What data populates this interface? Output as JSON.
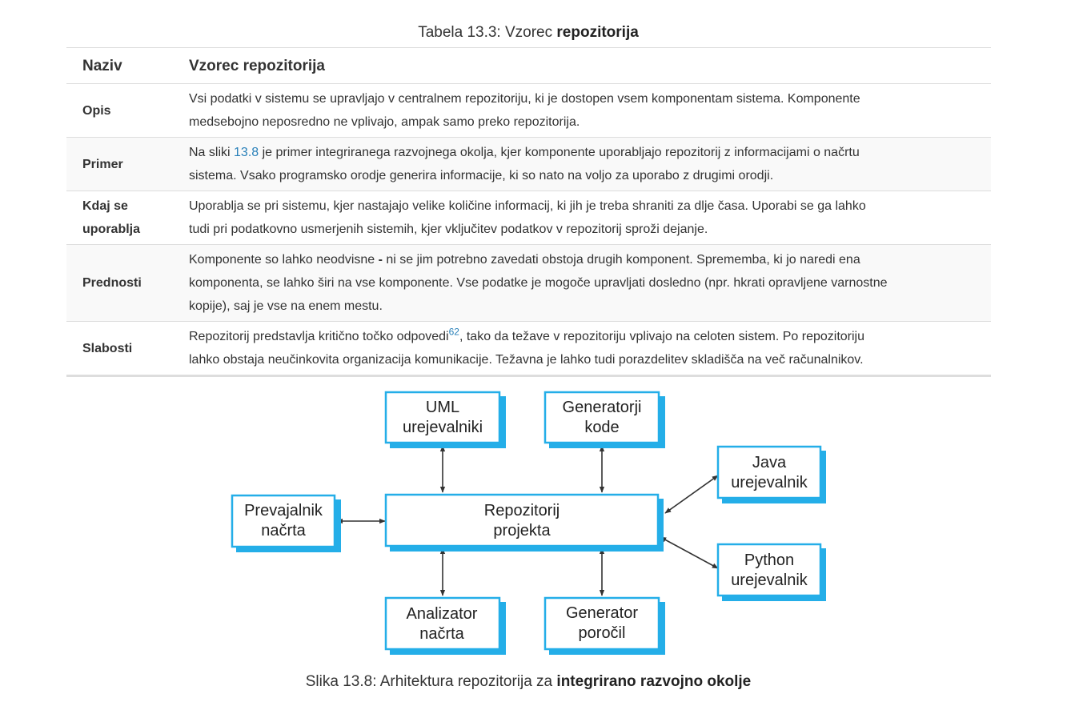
{
  "table": {
    "caption_prefix": "Tabela 13.3: Vzorec ",
    "caption_bold": "repozitorija",
    "header": {
      "name_col": "Naziv",
      "value_col": "Vzorec repozitorija"
    },
    "rows": [
      {
        "name_lines": [
          "Opis"
        ],
        "lines": [
          "Vsi podatki v sistemu se upravljajo v centralnem repozitoriju, ki je dostopen vsem komponentam sistema. Komponente",
          "medsebojno neposredno ne vplivajo, ampak samo preko repozitorija."
        ]
      },
      {
        "name_lines": [
          "Primer"
        ],
        "line1_before": "Na sliki ",
        "line1_link": "13.8",
        "line1_after": " je primer integriranega razvojnega okolja, kjer komponente uporabljajo repozitorij z informacijami o načrtu",
        "line2": "sistema. Vsako programsko orodje generira informacije, ki so nato na voljo za uporabo z drugimi orodji."
      },
      {
        "name_lines": [
          "Kdaj se",
          "uporablja"
        ],
        "lines": [
          "Uporablja se pri sistemu, kjer nastajajo velike količine informacij, ki jih je treba shraniti za dlje časa. Uporabi se ga lahko",
          "tudi pri podatkovno usmerjenih sistemih, kjer vključitev podatkov v repozitorij sproži dejanje."
        ]
      },
      {
        "name_lines": [
          "Prednosti"
        ],
        "line1_before": "Komponente so lahko neodvisne ",
        "line1_dash": "-",
        "line1_after": " ni se jim potrebno zavedati obstoja drugih komponent. Sprememba, ki jo naredi ena",
        "line2": "komponenta, se lahko širi na vse komponente. Vse podatke je mogoče upravljati dosledno (npr. hkrati opravljene varnostne",
        "line3": "kopije), saj je vse na enem mestu."
      },
      {
        "name_lines": [
          "Slabosti"
        ],
        "line1_before": "Repozitorij predstavlja kritično točko odpovedi",
        "footnote": "62",
        "line1_after": ", tako da težave v repozitoriju vplivajo na celoten sistem. Po repozitoriju",
        "line2": "lahko obstaja neučinkovita organizacija komunikacije. Težavna je lahko tudi porazdelitev skladišča na več računalnikov."
      }
    ]
  },
  "diagram": {
    "colors": {
      "box": "#24aee8",
      "arrow": "#333333"
    },
    "boxes": {
      "uml": [
        "UML",
        "urejevalniki"
      ],
      "codegen": [
        "Generatorji",
        "kode"
      ],
      "java": [
        "Java",
        "urejevalnik"
      ],
      "compiler": [
        "Prevajalnik",
        "načrta"
      ],
      "repo": [
        "Repozitorij",
        "projekta"
      ],
      "python": [
        "Python",
        "urejevalnik"
      ],
      "analyzer": [
        "Analizator",
        "načrta"
      ],
      "reportgen": [
        "Generator",
        "poročil"
      ]
    },
    "caption_prefix": "Slika 13.8: Arhitektura repozitorija za ",
    "caption_bold": "integrirano razvojno okolje"
  }
}
